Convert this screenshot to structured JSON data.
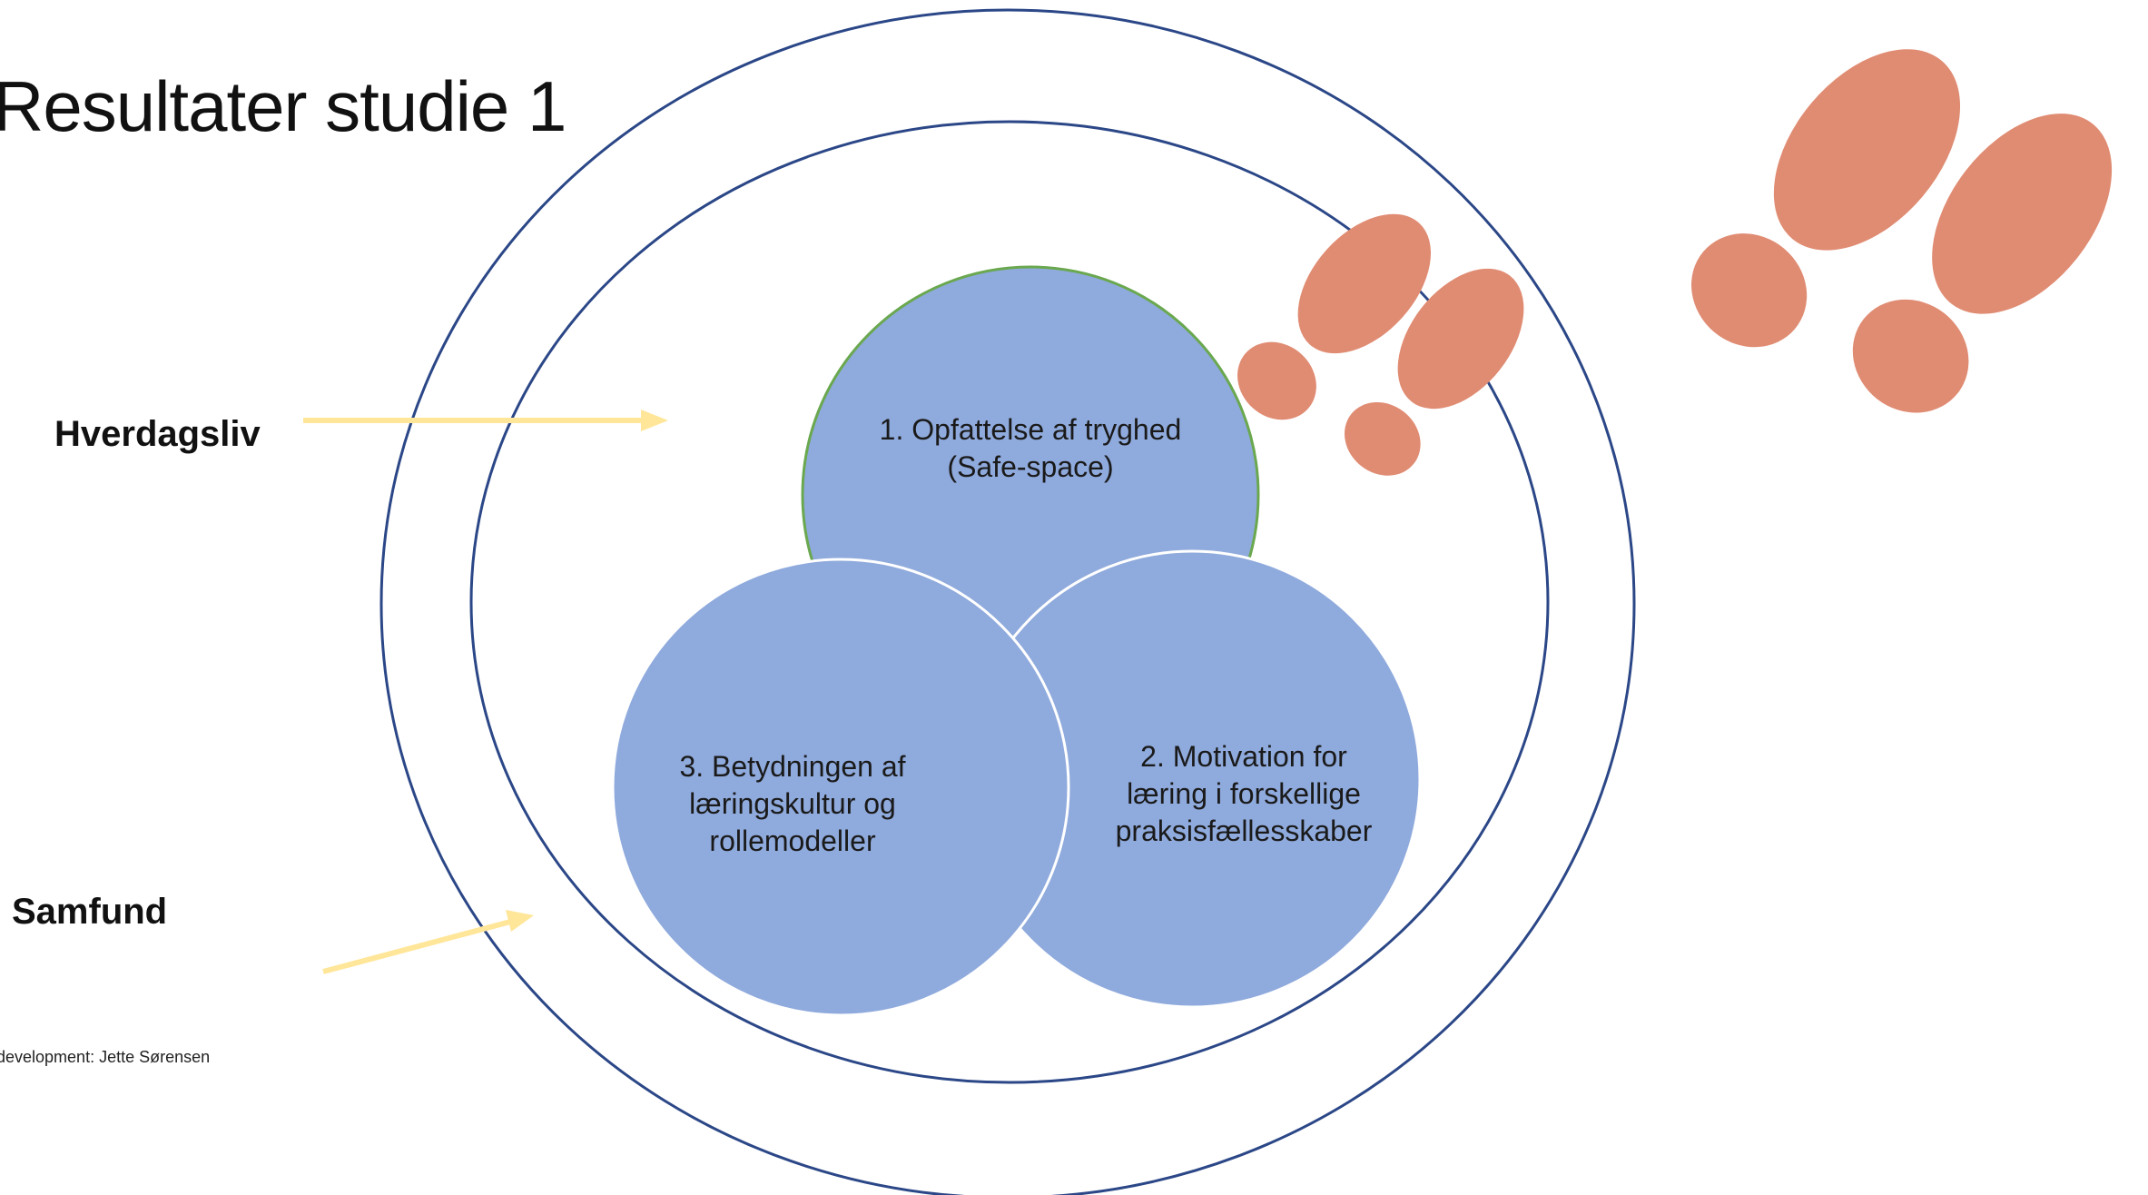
{
  "title": "Resultater studie 1",
  "labels": {
    "everyday_life": "Hverdagsliv",
    "society": "Samfund"
  },
  "credit": "development: Jette Sørensen",
  "themes": [
    {
      "lines": [
        "1. Opfattelse af tryghed",
        "(Safe-space)"
      ]
    },
    {
      "lines": [
        "2. Motivation for",
        "læring i forskellige",
        "praksisfællesskaber"
      ]
    },
    {
      "lines": [
        "3. Betydningen af",
        "læringskultur og",
        "rollemodeller"
      ]
    }
  ],
  "icons": {
    "footprints": "footprints-icon",
    "arrows": "arrow-icon"
  },
  "colors": {
    "ring_stroke": "#2b4787",
    "theme_fill": "#8faadc",
    "theme_top_stroke": "#6aa84f",
    "arrow": "#ffe699",
    "footprint": "#e08c73"
  }
}
